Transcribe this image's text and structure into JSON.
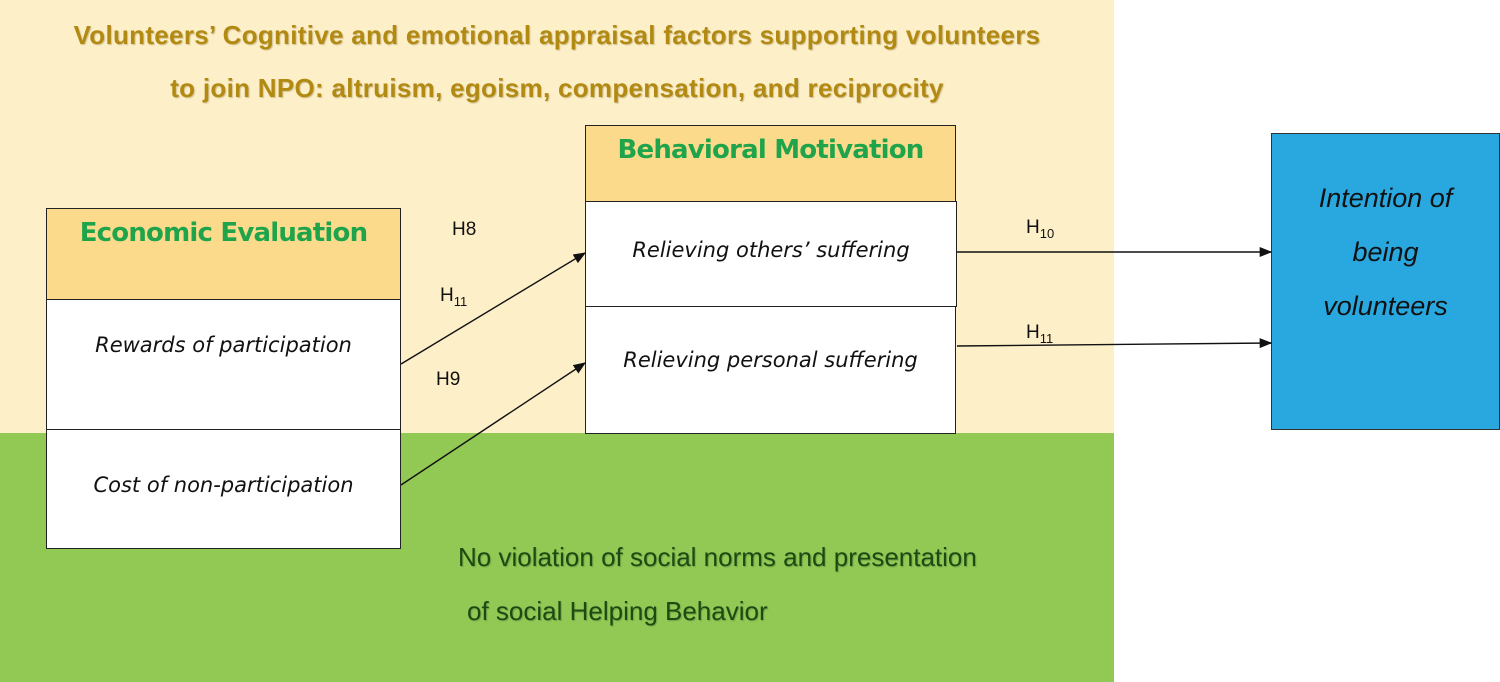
{
  "colors": {
    "appraisal_background": "#fdefc8",
    "social_background": "#92c955",
    "header_fill": "#fbdb8b",
    "header_text": "#1fa44b",
    "title_text": "#b28a12",
    "intention_fill": "#29a8e0",
    "bottom_text": "#1b4a12"
  },
  "title": {
    "line1": "Volunteers’ Cognitive and emotional appraisal factors supporting volunteers",
    "line2": "to join NPO: altruism, egoism, compensation, and reciprocity"
  },
  "economic": {
    "header": "Economic Evaluation",
    "items": [
      "Rewards of participation",
      "Cost of non-participation"
    ]
  },
  "behavioral": {
    "header": "Behavioral Motivation",
    "items": [
      "Relieving others’ suffering",
      "Relieving personal suffering"
    ]
  },
  "intention": {
    "lines": [
      "Intention of",
      "being",
      "volunteers"
    ]
  },
  "hypotheses": {
    "h8": "H8",
    "h9": "H9",
    "h11_left": {
      "base": "H",
      "sub": "11"
    },
    "h10": {
      "base": "H",
      "sub": "10"
    },
    "h11_right": {
      "base": "H",
      "sub": "11"
    }
  },
  "social": {
    "line1": "No violation of social norms and presentation",
    "line2": "of social Helping Behavior"
  }
}
